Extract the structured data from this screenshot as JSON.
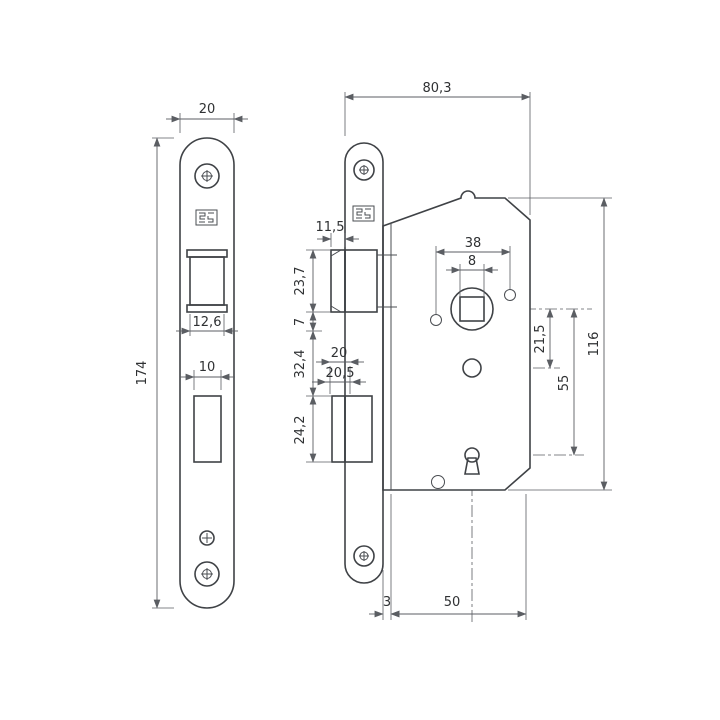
{
  "drawing": {
    "type": "technical-drawing",
    "subject": "mortise-door-lock",
    "views": {
      "faceplate": {
        "dims": {
          "width": "20",
          "height": "174",
          "latch_cutout_width": "12,6",
          "bolt_cutout_width": "10"
        }
      },
      "body": {
        "dims": {
          "depth": "80,3",
          "case_height": "116",
          "latch_projection": "11,5",
          "latch_height": "23,7",
          "latch_gap": "7",
          "latch_to_bolt": "32,4",
          "bolt_height": "24,2",
          "bolt_width": "20",
          "bolt_throw": "20,5",
          "hole_spacing": "38",
          "spindle_square": "8",
          "spindle_to_keyhole": "21,5",
          "spindle_to_bottom": "55",
          "faceplate_offset": "3",
          "backset": "50"
        }
      }
    },
    "colors": {
      "line": "#3f4246",
      "dimension": "#5b5e63"
    }
  }
}
